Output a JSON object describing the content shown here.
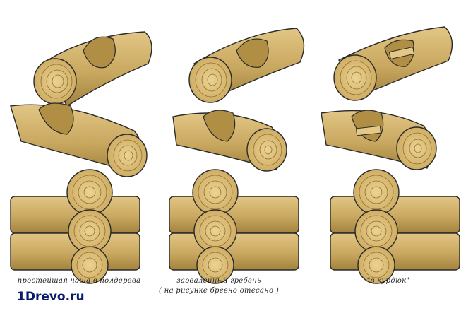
{
  "captions": {
    "half_log_cup": "простейшая чаша в полдерева",
    "round_groove": "заоваленный гребень",
    "round_groove_note": "( на рисунке бревно отесано )",
    "kurdyuk": "\"в курдюк\""
  },
  "brand": "1Drevo.ru",
  "colors": {
    "wood": "#c9a860",
    "wood_light": "#dcbf7a",
    "wood_dark": "#9a7a34",
    "outline": "#2a2a2a",
    "ring": "#8d6f30"
  }
}
